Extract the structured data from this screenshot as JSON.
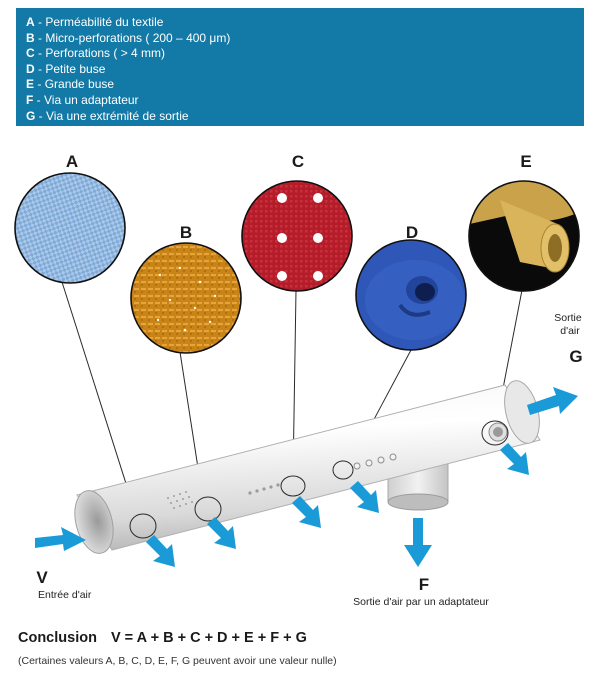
{
  "legend": {
    "items": [
      {
        "key": "A",
        "text": "Perméabilité du textile"
      },
      {
        "key": "B",
        "text": "Micro-perforations ( 200 – 400 μm)"
      },
      {
        "key": "C",
        "text": "Perforations ( > 4 mm)"
      },
      {
        "key": "D",
        "text": "Petite buse"
      },
      {
        "key": "E",
        "text": "Grande buse"
      },
      {
        "key": "F",
        "text": "Via un adaptateur"
      },
      {
        "key": "G",
        "text": "Via une extrémité de sortie"
      }
    ],
    "background": "#1379a6"
  },
  "diagram": {
    "labels": {
      "A": "A",
      "B": "B",
      "C": "C",
      "D": "D",
      "E": "E",
      "F": "F",
      "G": "G",
      "V": "V"
    },
    "captions": {
      "inlet": "Entrée d'air",
      "outlet_line1": "Sortie",
      "outlet_line2": "d'air",
      "adapter_outlet": "Sortie d'air par un adaptateur"
    },
    "arrow_color": "#1a9ad6"
  },
  "conclusion": {
    "title": "Conclusion",
    "formula": "V = A + B + C + D + E + F + G",
    "note": "(Certaines valeurs A, B, C, D, E, F, G peuvent avoir une valeur nulle)"
  }
}
